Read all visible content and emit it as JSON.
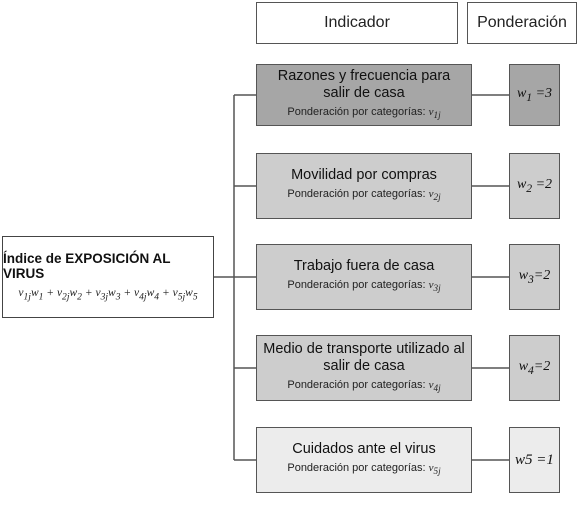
{
  "headers": {
    "indicator": "Indicador",
    "weight": "Ponderación"
  },
  "index": {
    "title": "Índice de EXPOSICIÓN AL VIRUS",
    "formula": "v1jw1 + v2jw2 + v3jw3 + v4jw4 + v5jw5"
  },
  "indicators": [
    {
      "title": "Razones y frecuencia para salir de casa",
      "subtitle": "Ponderación por categorías:",
      "var": "v1j",
      "weight": "w1 =3",
      "fill": "#a6a6a6"
    },
    {
      "title": "Movilidad por compras",
      "subtitle": "Ponderación por categorías:",
      "var": "v2j",
      "weight": "w2 =2",
      "fill": "#cdcdcd"
    },
    {
      "title": "Trabajo fuera de casa",
      "subtitle": "Ponderación por categorías:",
      "var": "v3j",
      "weight": "w3=2",
      "fill": "#cdcdcd"
    },
    {
      "title": "Medio de transporte utilizado al salir de casa",
      "subtitle": "Ponderación por categorías:",
      "var": "v4j",
      "weight": "w4=2",
      "fill": "#cdcdcd"
    },
    {
      "title": "Cuidados ante el virus",
      "subtitle": "Ponderación por categorías:",
      "var": "v5j",
      "weight": "w5 =1",
      "fill": "#ececec"
    }
  ]
}
